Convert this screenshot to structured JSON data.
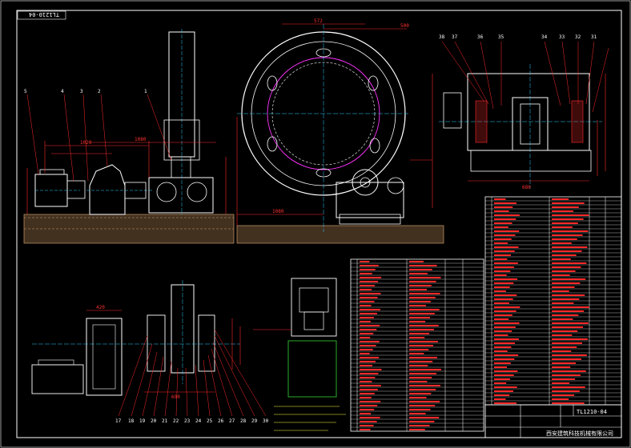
{
  "drawing": {
    "code": "TL1210-04",
    "company": "西安建筑科技机械有限公司"
  },
  "colors": {
    "background": "#000000",
    "frame": "#ffffff",
    "outline": "#ffffff",
    "centerline": "#33ccff",
    "dimension": "#ff2a2a",
    "ground": "#c89a6a",
    "note": "#ffff40",
    "table_green": "#2fbf2f",
    "magenta": "#ff33ff"
  },
  "balloons_left": [
    "5",
    "4",
    "3",
    "2",
    "1"
  ],
  "balloons_bottom": [
    "17",
    "18",
    "19",
    "20",
    "21",
    "22",
    "23",
    "24",
    "25",
    "26",
    "27",
    "28",
    "29",
    "30"
  ],
  "balloons_right_view": [
    "38",
    "37",
    "36",
    "35",
    "34",
    "33",
    "32",
    "31"
  ],
  "dims": {
    "a": "1020",
    "b": "572",
    "c": "500",
    "d": "1080",
    "e": "680",
    "f": "420",
    "g": "690"
  }
}
